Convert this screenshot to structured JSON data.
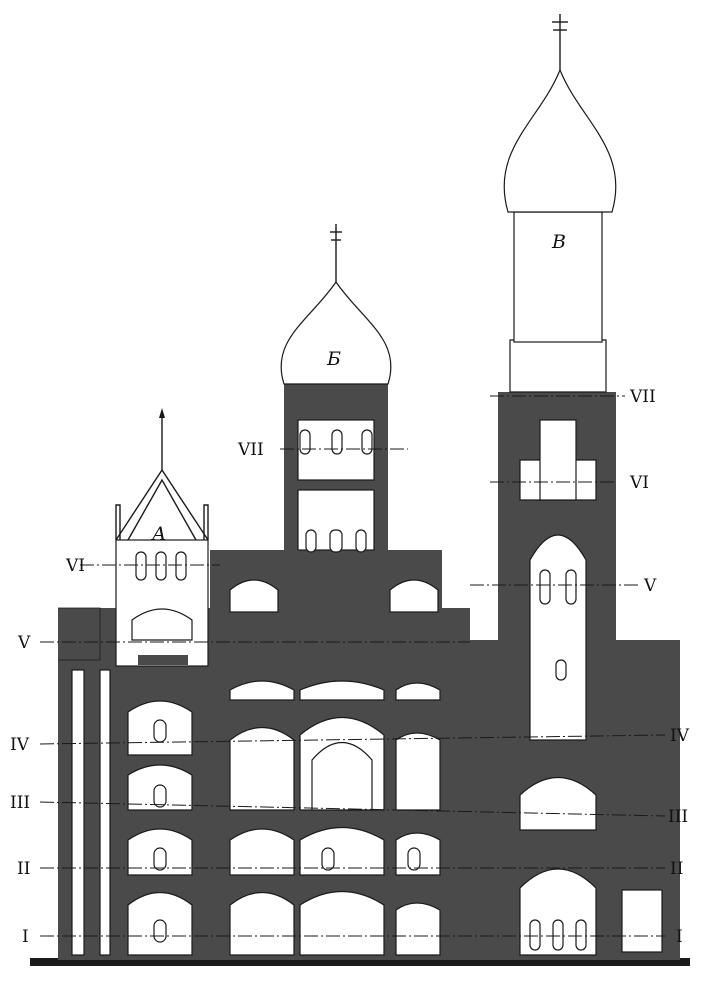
{
  "section_labels": {
    "left": [
      "I",
      "II",
      "III",
      "IV",
      "V",
      "VI",
      "VII"
    ],
    "right": [
      "I",
      "II",
      "III",
      "IV",
      "V",
      "VI",
      "VII"
    ]
  },
  "building_labels": {
    "a": "А",
    "b": "Б",
    "v": "В"
  }
}
